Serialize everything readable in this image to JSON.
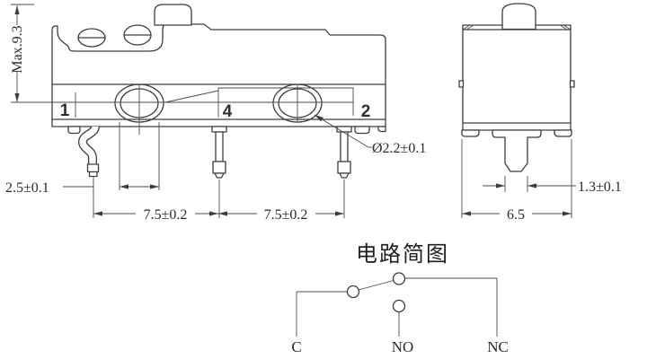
{
  "colors": {
    "line": "#3d3d3d",
    "text": "#2b2b2b",
    "background": "#ffffff"
  },
  "side_view": {
    "pin_labels": [
      "1",
      "4",
      "2"
    ]
  },
  "dimensions": {
    "max_height": "Max.9.3",
    "hole_width": "2.5±0.1",
    "pitch_left": "7.5±0.2",
    "pitch_right": "7.5±0.2",
    "hole_diameter": "Ø2.2±0.1",
    "terminal_width": "1.3±0.1",
    "body_depth": "6.5"
  },
  "circuit": {
    "title": "电路简图",
    "terminals": [
      "C",
      "NO",
      "NC"
    ]
  }
}
